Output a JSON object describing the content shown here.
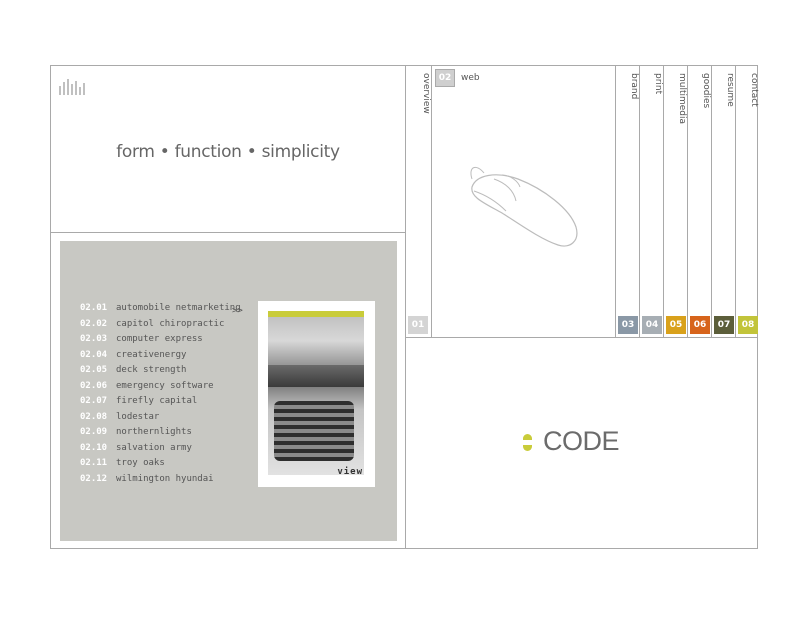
{
  "tagline": "form • function • simplicity",
  "nav": {
    "overview": {
      "label": "overview",
      "num": "01"
    },
    "web": {
      "label": "web",
      "num": "02"
    },
    "tabs": [
      {
        "label": "brand",
        "num": "03",
        "color": "#8a98a6"
      },
      {
        "label": "print",
        "num": "04",
        "color": "#a7aeb4"
      },
      {
        "label": "multimedia",
        "num": "05",
        "color": "#d9a11b"
      },
      {
        "label": "goodies",
        "num": "06",
        "color": "#d7641b"
      },
      {
        "label": "resume",
        "num": "07",
        "color": "#5c5e3a"
      },
      {
        "label": "contact",
        "num": "08",
        "color": "#c2c43a"
      }
    ]
  },
  "projects": [
    {
      "num": "02.01",
      "name": "automobile netmarketing"
    },
    {
      "num": "02.02",
      "name": "capitol chiropractic"
    },
    {
      "num": "02.03",
      "name": "computer express"
    },
    {
      "num": "02.04",
      "name": "creativenergy"
    },
    {
      "num": "02.05",
      "name": "deck strength"
    },
    {
      "num": "02.06",
      "name": "emergency software"
    },
    {
      "num": "02.07",
      "name": "firefly capital"
    },
    {
      "num": "02.08",
      "name": "lodestar"
    },
    {
      "num": "02.09",
      "name": "northernlights"
    },
    {
      "num": "02.10",
      "name": "salvation army"
    },
    {
      "num": "02.11",
      "name": "troy oaks"
    },
    {
      "num": "02.12",
      "name": "wilmington hyundai"
    }
  ],
  "selected_arrow": ">>",
  "preview": {
    "view_label": "view"
  },
  "brand": {
    "name": "CODE",
    "accent": "#c9cc3a"
  }
}
